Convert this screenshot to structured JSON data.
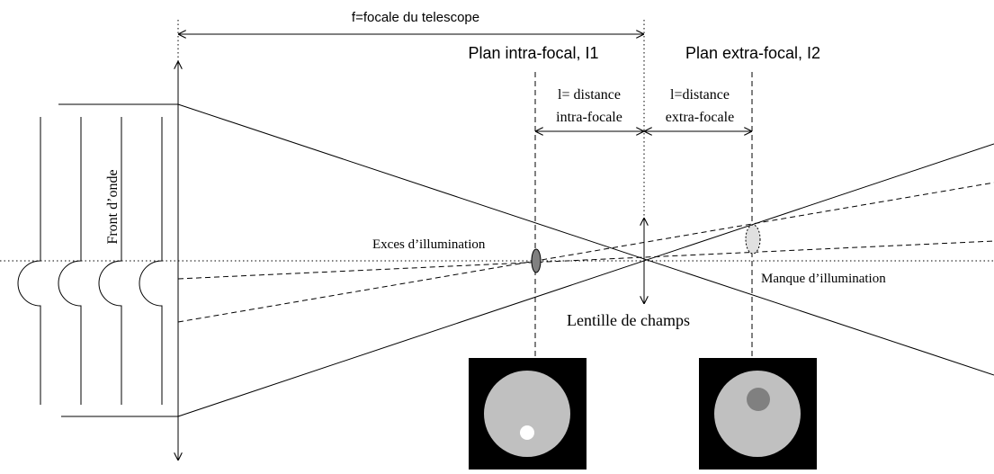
{
  "labels": {
    "focal_length": "f=focale du telescope",
    "intra_plane": "Plan intra-focal, I1",
    "extra_plane": "Plan extra-focal, I2",
    "intra_distance_line1": "l= distance",
    "intra_distance_line2": "intra-focale",
    "extra_distance_line1": "l=distance",
    "extra_distance_line2": "extra-focale",
    "wavefront": "Front d’onde",
    "excess": "Exces d’illumination",
    "lack": "Manque d’illumination",
    "field_lens": "Lentille de champs"
  },
  "colors": {
    "ink": "#000000",
    "image_background": "#000000",
    "pupil_disk": "#c0c0c0",
    "bright_spot": "#ffffff",
    "dark_spot": "#808080",
    "intra_spot": "#808080",
    "extra_spot": "#e0e0e0"
  }
}
